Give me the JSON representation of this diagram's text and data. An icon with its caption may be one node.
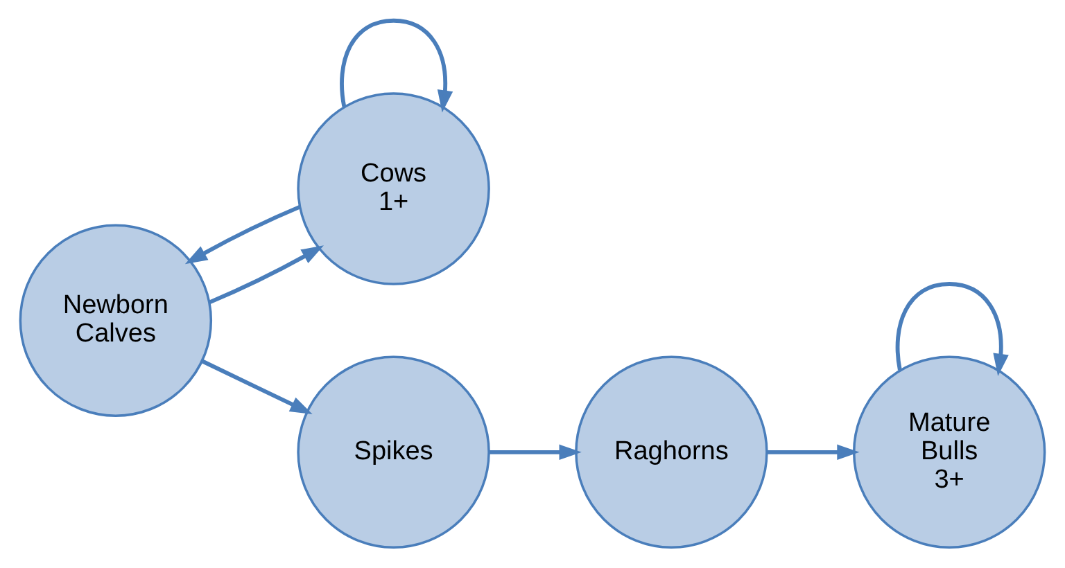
{
  "diagram": {
    "nodes": [
      {
        "text": [
          "Newborn Calves"
        ]
      },
      {
        "text": [
          "Cows 1+"
        ]
      },
      {
        "text": [
          "Spikes"
        ]
      },
      {
        "text": [
          "Raghorns"
        ]
      },
      {
        "text": [
          "Mature Bulls 3+"
        ]
      }
    ],
    "edges": [
      {
        "from": 1,
        "to": 0,
        "arrow": "to"
      },
      {
        "from": 0,
        "to": 1,
        "arrow": "to"
      },
      {
        "from": 1,
        "to": 1,
        "arrow": "to"
      },
      {
        "from": 0,
        "to": 2,
        "arrow": "to"
      },
      {
        "from": 2,
        "to": 3,
        "arrow": "to"
      },
      {
        "from": 3,
        "to": 4,
        "arrow": "to"
      },
      {
        "from": 4,
        "to": 4,
        "arrow": "to"
      }
    ]
  }
}
